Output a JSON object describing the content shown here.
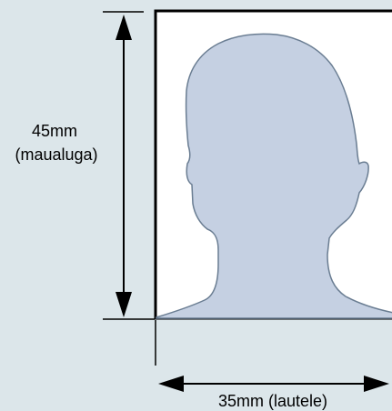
{
  "diagram": {
    "height_label_line1": "45mm",
    "height_label_line2": "(maualuga)",
    "width_label": "35mm (lautele)"
  },
  "colors": {
    "background": "#dce6ea",
    "frame_fill": "#ffffff",
    "frame_stroke": "#000000",
    "silhouette_fill": "#c5d0e2",
    "silhouette_stroke": "#6a7d92",
    "dimension_line": "#000000"
  }
}
